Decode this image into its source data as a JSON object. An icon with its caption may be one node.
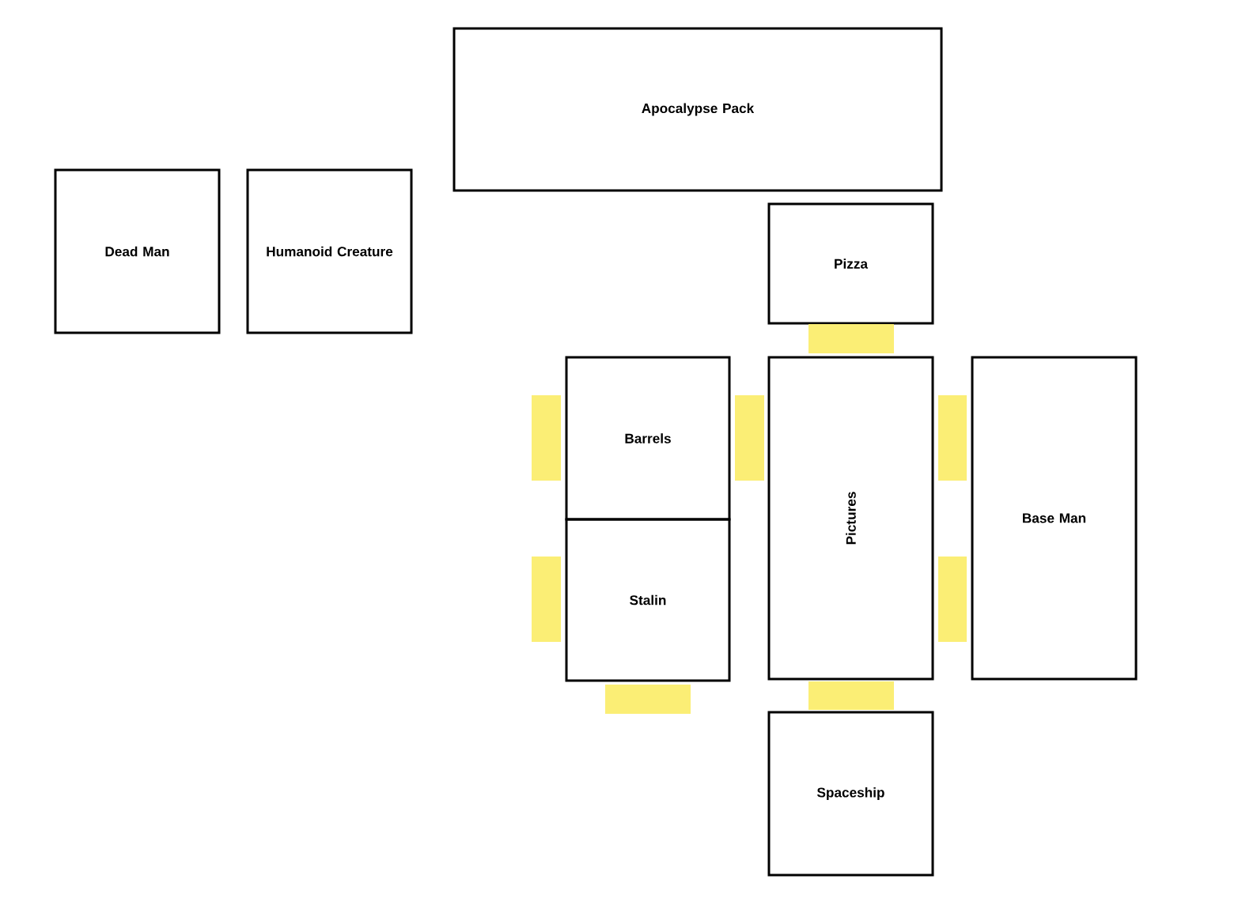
{
  "diagram": {
    "nodes": [
      {
        "text": [
          "Apocalypse Pack"
        ]
      },
      {
        "text": [
          "Dead Man"
        ]
      },
      {
        "text": [
          "Humanoid Creature"
        ]
      },
      {
        "text": [
          "Pizza"
        ]
      },
      {
        "text": [
          "Barrels"
        ]
      },
      {
        "text": [
          "Stalin"
        ]
      },
      {
        "text": [
          "Pictures"
        ]
      },
      {
        "text": [
          "Base Man"
        ]
      },
      {
        "text": [
          "Spaceship"
        ]
      },
      {
        "text": [],
        "shape": "box"
      },
      {
        "text": [],
        "shape": "box"
      },
      {
        "text": [],
        "shape": "box"
      },
      {
        "text": [],
        "shape": "box"
      },
      {
        "text": [],
        "shape": "box"
      },
      {
        "text": [],
        "shape": "box"
      },
      {
        "text": [],
        "shape": "box"
      },
      {
        "text": [],
        "shape": "box"
      }
    ]
  }
}
